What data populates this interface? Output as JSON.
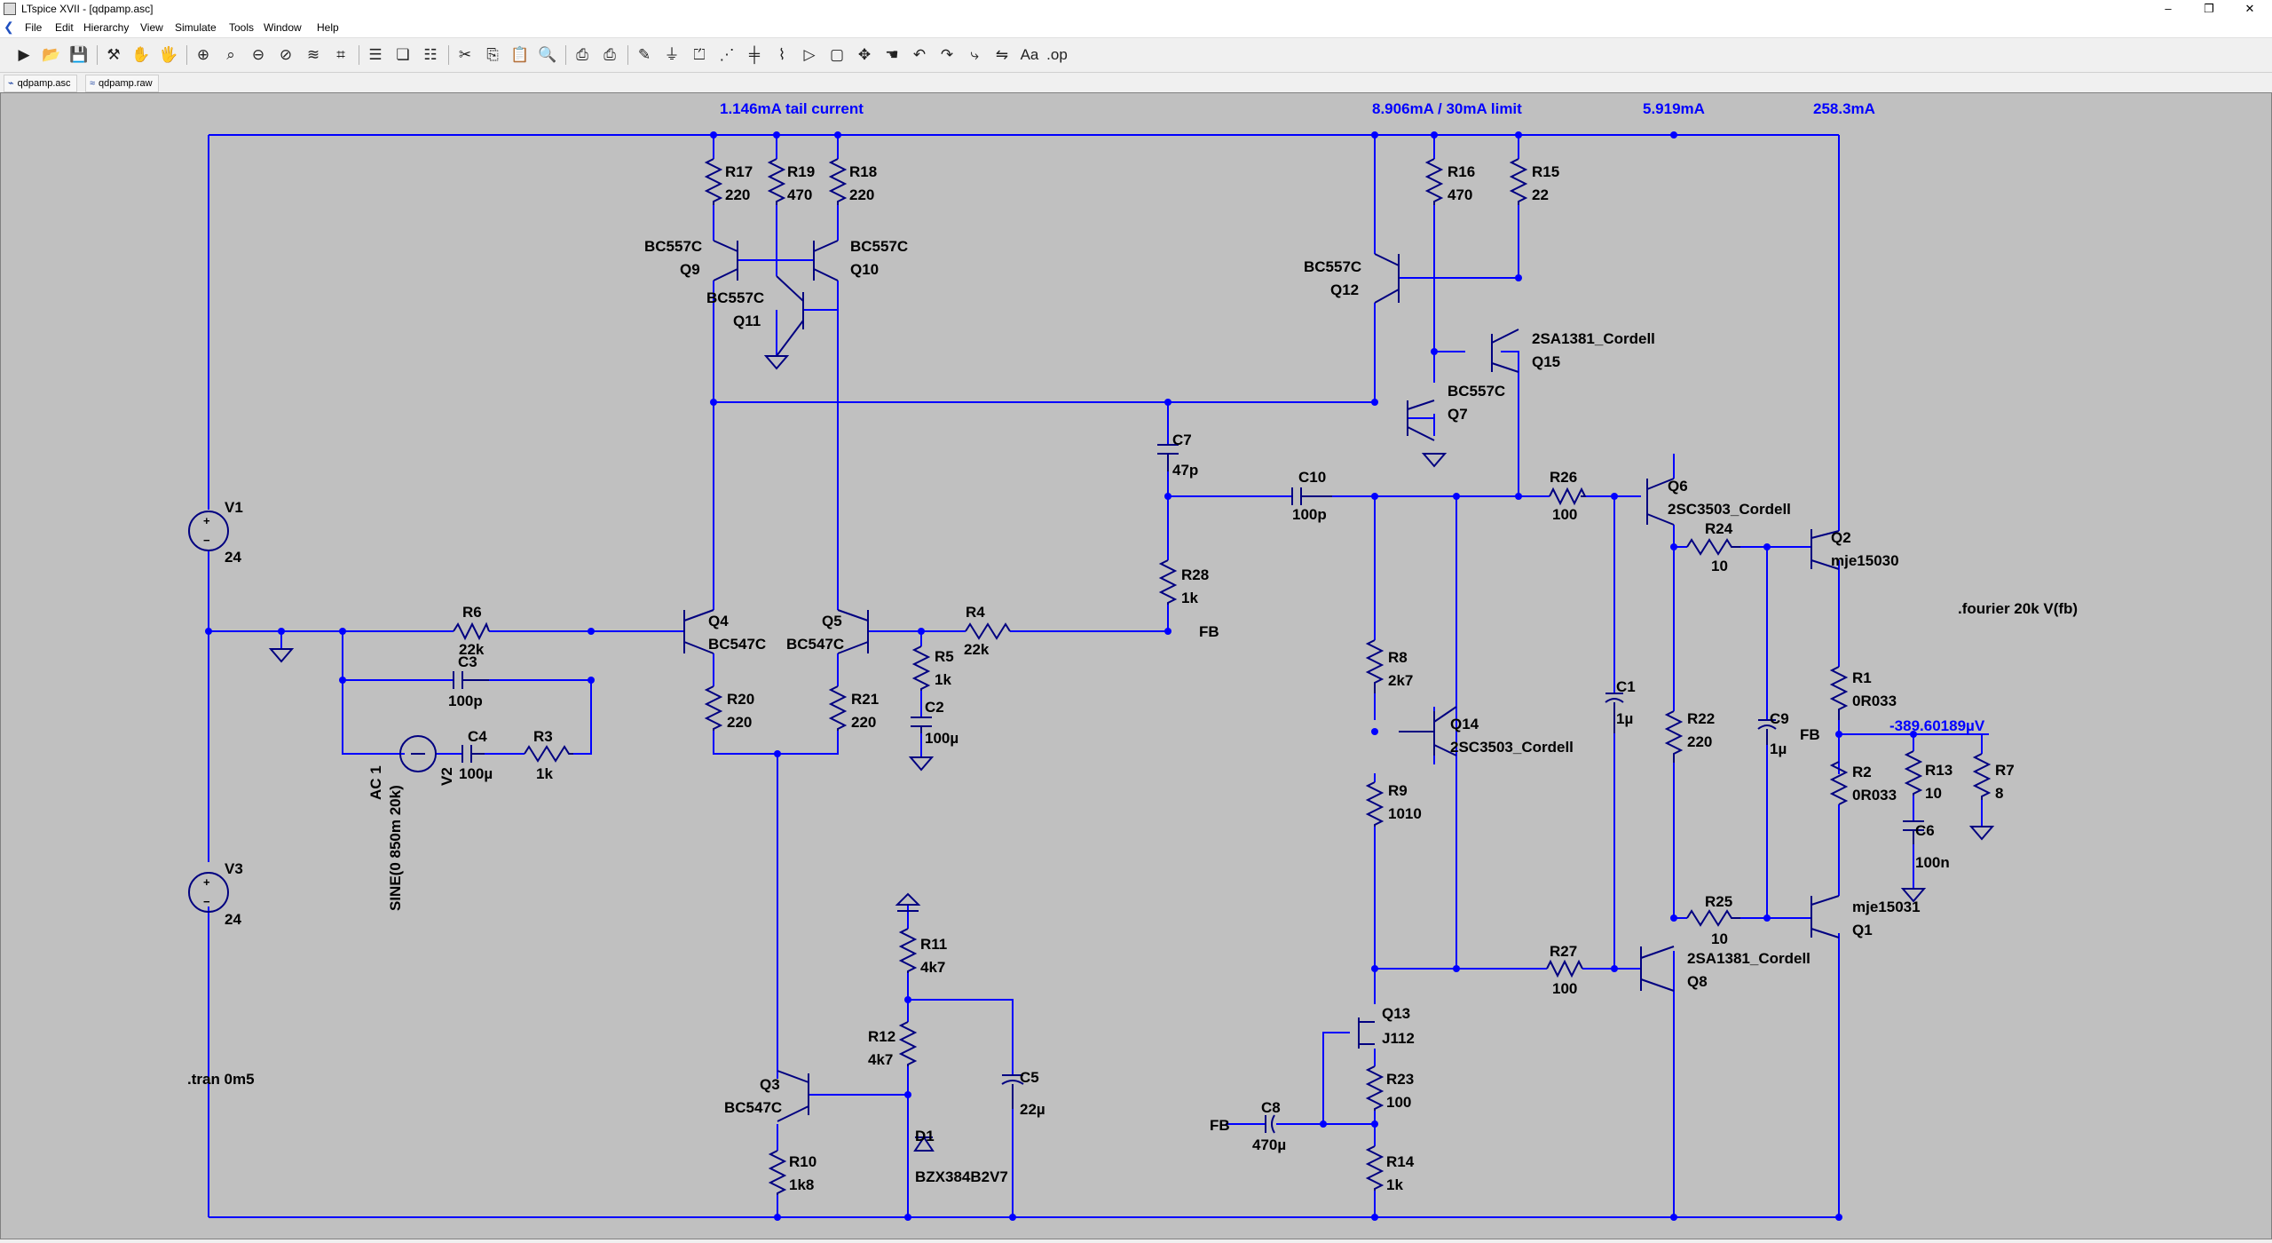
{
  "window": {
    "title": "LTspice XVII - [qdpamp.asc]",
    "minimize": "–",
    "restore": "❐",
    "close": "✕"
  },
  "menu": {
    "back_glyph": "❮",
    "items": [
      "File",
      "Edit",
      "Hierarchy",
      "View",
      "Simulate",
      "Tools",
      "Window",
      "Help"
    ]
  },
  "toolbar": {
    "icons": [
      "run-icon",
      "open-icon",
      "save-icon",
      "control-panel-icon",
      "halt-icon",
      "hand-icon",
      "zoom-in-icon",
      "zoom-fit-icon",
      "zoom-out-icon",
      "zoom-cancel-icon",
      "autorange-icon",
      "fit-icon",
      "tile-horizontal-icon",
      "cascade-icon",
      "tile-vertical-icon",
      "cut-icon",
      "copy-icon",
      "paste-icon",
      "find-icon",
      "print-icon",
      "print-setup-icon",
      "wire-icon",
      "ground-icon",
      "label-icon",
      "resistor-icon",
      "capacitor-icon",
      "inductor-icon",
      "diode-icon",
      "component-icon",
      "move-icon",
      "drag-icon",
      "undo-icon",
      "redo-icon",
      "rotate-icon",
      "mirror-icon",
      "text-icon",
      "spice-directive-icon"
    ],
    "glyphs": [
      "▶",
      "📂",
      "💾",
      "⚒",
      "✋",
      "🖐",
      "⊕",
      "⌕",
      "⊖",
      "⊘",
      "≋",
      "⌗",
      "☰",
      "❏",
      "☷",
      "✂",
      "⎘",
      "📋",
      "🔍",
      "⎙",
      "⎙",
      "✎",
      "⏚",
      "⏍",
      "⋰",
      "╪",
      "⌇",
      "▷",
      "▢",
      "✥",
      "☚",
      "↶",
      "↷",
      "⤷",
      "⇋",
      "Aa",
      ".op"
    ]
  },
  "tabs": [
    {
      "label": "qdpamp.asc",
      "icon": "schematic-icon"
    },
    {
      "label": "qdpamp.raw",
      "icon": "waveform-icon"
    }
  ],
  "schematic": {
    "annotations": {
      "tail": "1.146mA tail current",
      "vas": "8.906mA / 30mA limit",
      "driver": "5.919mA",
      "output": "258.3mA",
      "fb_voltage": "-389.60189µV"
    },
    "directives": {
      "tran": ".tran 0m5",
      "fourier": ".fourier 20k V(fb)"
    },
    "sources": {
      "v1": {
        "name": "V1",
        "value": "24"
      },
      "v3": {
        "name": "V3",
        "value": "24"
      },
      "v2": {
        "name": "V2",
        "value": "SINE(0 850m 20k)",
        "ac": "AC 1"
      }
    },
    "resistors": {
      "r17": [
        "R17",
        "220"
      ],
      "r19": [
        "R19",
        "470"
      ],
      "r18": [
        "R18",
        "220"
      ],
      "r16": [
        "R16",
        "470"
      ],
      "r15": [
        "R15",
        "22"
      ],
      "r26": [
        "R26",
        "100"
      ],
      "r24": [
        "R24",
        "10"
      ],
      "r28": [
        "R28",
        "1k"
      ],
      "r6": [
        "R6",
        "22k"
      ],
      "r4": [
        "R4",
        "22k"
      ],
      "r5": [
        "R5",
        "1k"
      ],
      "r20": [
        "R20",
        "220"
      ],
      "r21": [
        "R21",
        "220"
      ],
      "r3": [
        "R3",
        "1k"
      ],
      "r8": [
        "R8",
        "2k7"
      ],
      "r9": [
        "R9",
        "1010"
      ],
      "r22": [
        "R22",
        "220"
      ],
      "r1": [
        "R1",
        "0R033"
      ],
      "r2": [
        "R2",
        "0R033"
      ],
      "r13": [
        "R13",
        "10"
      ],
      "r7": [
        "R7",
        "8"
      ],
      "r25": [
        "R25",
        "10"
      ],
      "r27": [
        "R27",
        "100"
      ],
      "r11": [
        "R11",
        "4k7"
      ],
      "r12": [
        "R12",
        "4k7"
      ],
      "r23": [
        "R23",
        "100"
      ],
      "r14": [
        "R14",
        "1k"
      ],
      "r10": [
        "R10",
        "1k8"
      ]
    },
    "capacitors": {
      "c7": [
        "C7",
        "47p"
      ],
      "c10": [
        "C10",
        "100p"
      ],
      "c3": [
        "C3",
        "100p"
      ],
      "c4": [
        "C4",
        "100µ"
      ],
      "c2": [
        "C2",
        "100µ"
      ],
      "c1": [
        "C1",
        "1µ"
      ],
      "c9": [
        "C9",
        "1µ"
      ],
      "c6": [
        "C6",
        "100n"
      ],
      "c5": [
        "C5",
        "22µ"
      ],
      "c8": [
        "C8",
        "470µ"
      ]
    },
    "transistors": {
      "q9": [
        "Q9",
        "BC557C"
      ],
      "q10": [
        "Q10",
        "BC557C"
      ],
      "q11": [
        "Q11",
        "BC557C"
      ],
      "q12": [
        "Q12",
        "BC557C"
      ],
      "q15": [
        "Q15",
        "2SA1381_Cordell"
      ],
      "q7": [
        "Q7",
        "BC557C"
      ],
      "q6": [
        "Q6",
        "2SC3503_Cordell"
      ],
      "q2": [
        "Q2",
        "mje15030"
      ],
      "q4": [
        "Q4",
        "BC547C"
      ],
      "q5": [
        "Q5",
        "BC547C"
      ],
      "q14": [
        "Q14",
        "2SC3503_Cordell"
      ],
      "q1": [
        "Q1",
        "mje15031"
      ],
      "q8": [
        "Q8",
        "2SA1381_Cordell"
      ],
      "q3": [
        "Q3",
        "BC547C"
      ],
      "q13": [
        "Q13",
        "J112"
      ]
    },
    "diodes": {
      "d1": [
        "D1",
        "BZX384B2V7"
      ]
    },
    "net_labels": {
      "fb1": "FB",
      "fb2": "FB",
      "fb3": "FB"
    }
  }
}
